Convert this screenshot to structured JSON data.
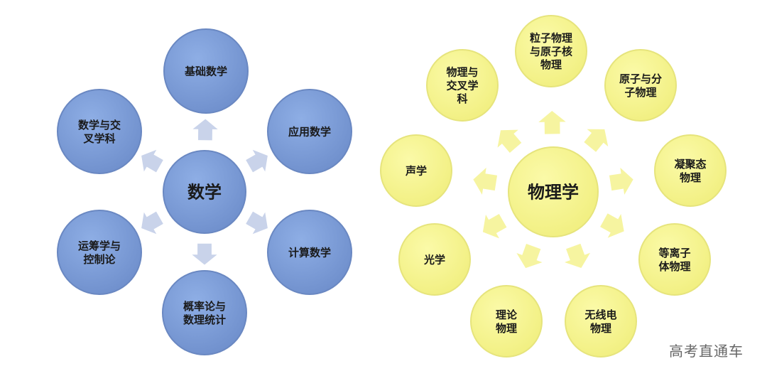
{
  "colors": {
    "math_fill": "#7b9bd6",
    "math_stroke": "#6a88c2",
    "math_arrow": "#c9d3ea",
    "phys_fill": "#f7f58e",
    "phys_stroke": "#e6e47c",
    "phys_arrow": "#f6f4a0"
  },
  "math": {
    "center": {
      "lines": [
        "数学"
      ]
    },
    "nodes": [
      {
        "lines": [
          "基础数学"
        ]
      },
      {
        "lines": [
          "应用数学"
        ]
      },
      {
        "lines": [
          "计算数学"
        ]
      },
      {
        "lines": [
          "概率论与",
          "数理统计"
        ]
      },
      {
        "lines": [
          "运筹学与",
          "控制论"
        ]
      },
      {
        "lines": [
          "数学与交",
          "叉学科"
        ]
      }
    ]
  },
  "physics": {
    "center": {
      "lines": [
        "物理学"
      ]
    },
    "nodes": [
      {
        "lines": [
          "粒子物理",
          "与原子核",
          "物理"
        ]
      },
      {
        "lines": [
          "原子与分",
          "子物理"
        ]
      },
      {
        "lines": [
          "凝聚态",
          "物理"
        ]
      },
      {
        "lines": [
          "等离子",
          "体物理"
        ]
      },
      {
        "lines": [
          "无线电",
          "物理"
        ]
      },
      {
        "lines": [
          "理论",
          "物理"
        ]
      },
      {
        "lines": [
          "光学"
        ]
      },
      {
        "lines": [
          "声学"
        ]
      },
      {
        "lines": [
          "物理与",
          "交叉学",
          "科"
        ]
      }
    ]
  },
  "watermark": "高考直通车"
}
